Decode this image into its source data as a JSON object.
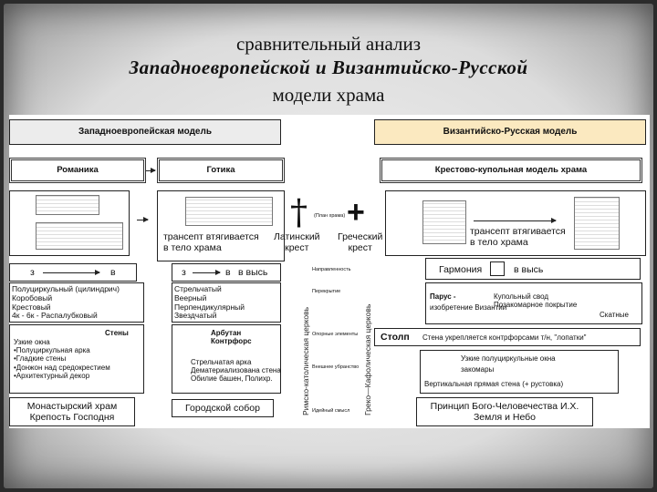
{
  "title": {
    "line1": "сравнительный анализ",
    "line2": "Западноевропейской   и   Византийско-Русской",
    "line3": "модели храма"
  },
  "west": {
    "header": "Западноевропейская модель",
    "romanika": "Романика",
    "gotika": "Готика",
    "transept": "трансепт втягивается\nв тело храма",
    "dir_left_from": "з",
    "dir_left_to": "в",
    "dir_right_from": "з",
    "dir_right_to": "в",
    "dir_right_up": "в высь",
    "vault_roman": "Полуциркульный (цилиндрич)\nКоробовый\nКрестовый\n4к - 6к - Распалубковый",
    "vault_gothic": "Стрельчатый\nВеерный\nПерпендикулярный\nЗвездчатый",
    "walls_title": "Стены",
    "walls_list": "Узкие окна\n•Полуциркульная арка\n•Гладкие стены\n•Донжон над средокрестием\n•Архитектурный декор",
    "arch_title": "Арбутан\nКонтрфорс",
    "arch_list": "Стрельчатая арка\nДематериализована стена\nОбилие башен, Полихр.",
    "monastery": "Монастырский храм\nКрепость Господня",
    "cathedral": "Городской собор"
  },
  "middle": {
    "latin_cross": "Латинский\nкрест",
    "greek_cross": "Греческий\nкрест",
    "small_plan": "(План храма)",
    "row_dir": "Направленность",
    "row_vault": "Перекрытие",
    "row_support": "Опорные элементы",
    "row_ext": "Внешнее убранство",
    "row_type": "Идейный смысл",
    "catholic": "Римско-католическая церковь",
    "orthodox": "Греко—Кафолическая церковь"
  },
  "east": {
    "header": "Византийско-Русская модель",
    "model": "Крестово-купольная модель храма",
    "transept": "трансепт втягивается\nв тело храма",
    "harmony": "Гармония",
    "harmony_up": "в высь",
    "parus_title": "Парус -",
    "parus_sub": "изобретение Византии",
    "dome": "Купольный свод\nПозакомарное покрытие",
    "skatnye": "Скатные",
    "stolp": "Столп",
    "stolp_desc": "Стена укрепляется контрфорсами т/н, \"лопатки\"",
    "windows": "Узкие полуциркульные окна",
    "windows2": "закомары",
    "windows3": "Вертикальная прямая стена (+ рустовка)",
    "principle": "Принцип Бого-Человечества И.Х.\nЗемля и Небо"
  },
  "colors": {
    "header_east": "#fbe9c0",
    "header_west": "#ececec",
    "frame": "#2b2b2b"
  }
}
